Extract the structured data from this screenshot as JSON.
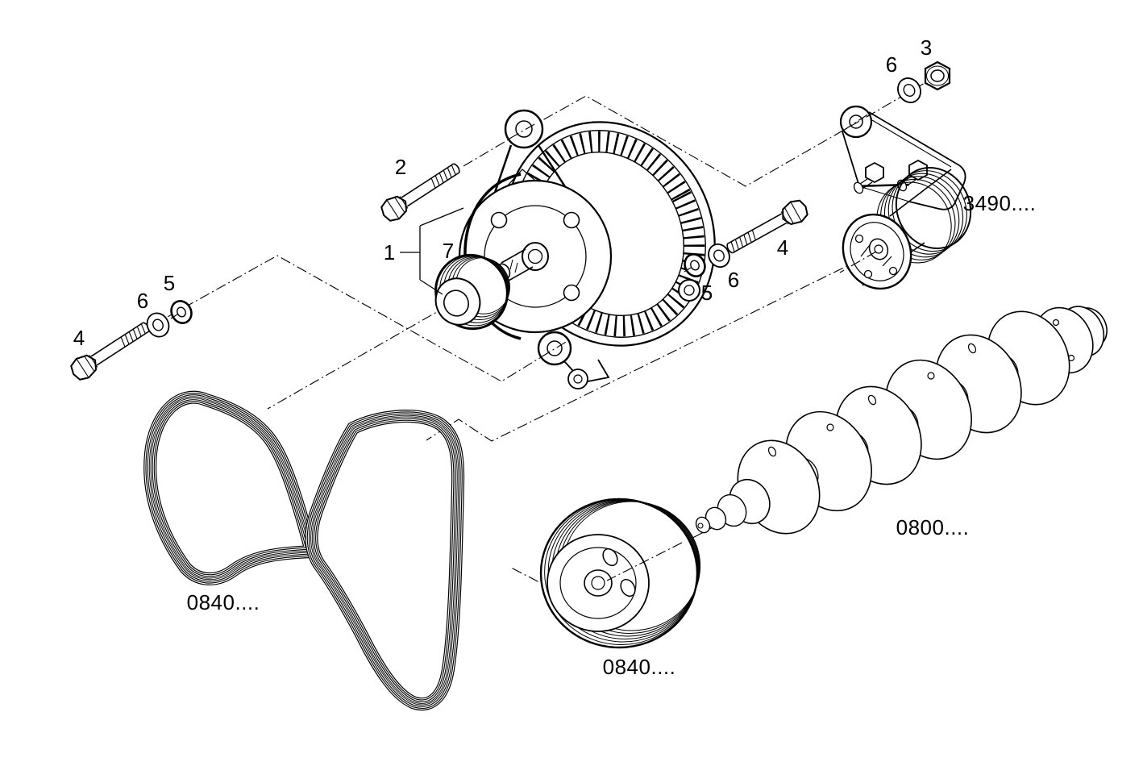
{
  "diagram": {
    "background_color": "#ffffff",
    "line_color": "#000000",
    "callouts": {
      "alternator": "1",
      "bolt_top": "2",
      "nut": "3",
      "bolt_left": "4",
      "bolt_right": "4",
      "spring_washer_left": "5",
      "spring_washer_right": "5",
      "washer_left": "6",
      "washer_right": "6",
      "washer_top": "6",
      "pulley": "7"
    },
    "part_codes": {
      "tensioner": "3490....",
      "crankshaft": "0800....",
      "belt": "0840....",
      "crank_pulley": "0840...."
    }
  }
}
